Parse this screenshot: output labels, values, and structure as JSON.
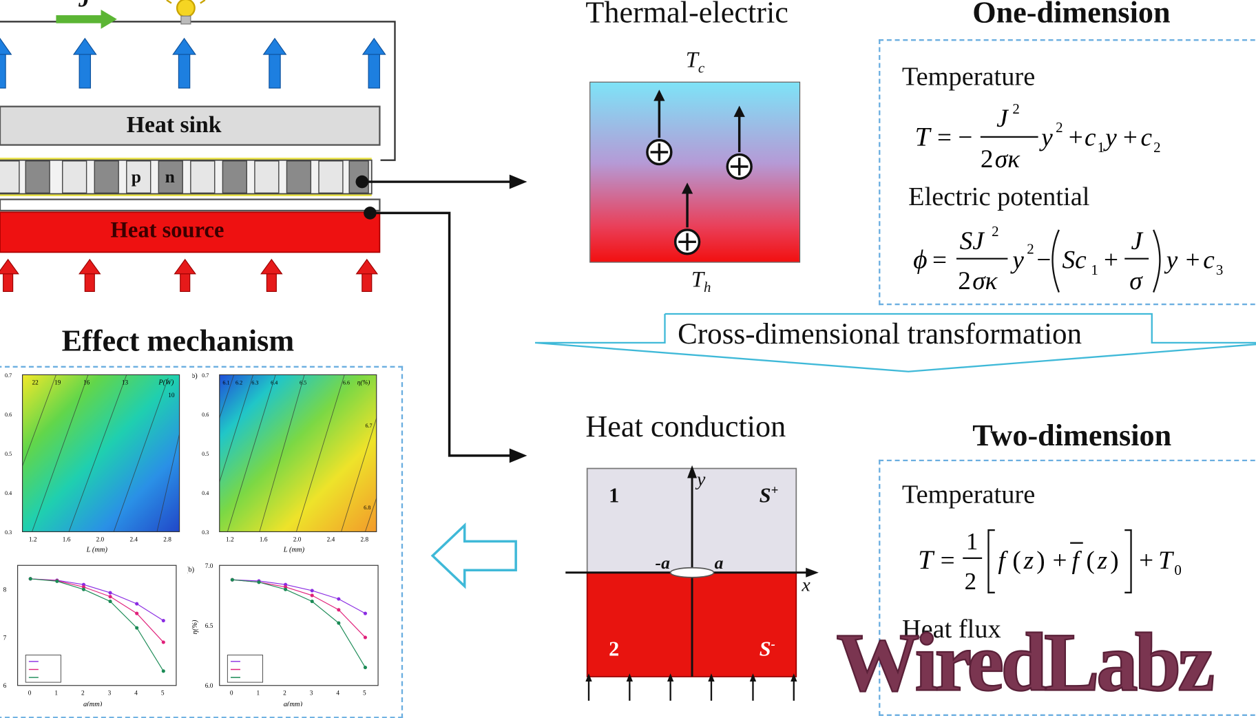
{
  "device": {
    "heat_sink": "Heat sink",
    "heat_source": "Heat source",
    "p_label": "p",
    "n_label": "n",
    "current_label": "J"
  },
  "thermal_electric": {
    "title": "Thermal-electric",
    "tc": "T",
    "tc_sub": "c",
    "th": "T",
    "th_sub": "h",
    "charge_symbol": "+"
  },
  "one_dimension": {
    "title": "One-dimension",
    "temperature_label": "Temperature",
    "potential_label": "Electric potential"
  },
  "transformation": {
    "label": "Cross-dimensional transformation"
  },
  "heat_conduction": {
    "title": "Heat conduction",
    "region1": "1",
    "region2": "2",
    "s_plus": "S",
    "s_plus_sup": "+",
    "s_minus": "S",
    "s_minus_sup": "-",
    "axis_x": "x",
    "axis_y": "y",
    "neg_a": "-a",
    "pos_a": "a"
  },
  "two_dimension": {
    "title": "Two-dimension",
    "temperature_label": "Temperature",
    "heat_flux_label": "Heat flux"
  },
  "effect": {
    "title": "Effect mechanism",
    "panel_b_label": "(b)",
    "contour1_unit": "P(W)",
    "contour2_unit": "η(%)",
    "contour_xlabel": "L (mm)",
    "line_xlabel": "a(mm)",
    "line2_ylabel": "η(%)"
  },
  "watermark": "WiredLabz",
  "colors": {
    "heat_source": "#ee1111",
    "heat_sink": "#dcdcdc",
    "upward_blue": "#1d7fe0",
    "upward_red": "#e61a1a",
    "arrow_green": "#5bb534",
    "cyan_frame": "#3fb9d8",
    "watermark": "#7a3550"
  },
  "chart_data": [
    {
      "type": "heatmap",
      "title": "",
      "xlabel": "L (mm)",
      "ylabel": "",
      "x_ticks": [
        "1.2",
        "1.6",
        "2.0",
        "2.4",
        "2.8"
      ],
      "y_ticks": [
        "0.3",
        "0.4",
        "0.5",
        "0.6",
        "0.7"
      ],
      "contour_labels": [
        "22",
        "19",
        "16",
        "13",
        "10"
      ],
      "legend": "P(W)"
    },
    {
      "type": "heatmap",
      "title": "",
      "xlabel": "L (mm)",
      "ylabel": "",
      "x_ticks": [
        "1.2",
        "1.6",
        "2.0",
        "2.4",
        "2.8"
      ],
      "y_ticks": [
        "0.3",
        "0.4",
        "0.5",
        "0.6",
        "0.7"
      ],
      "contour_labels": [
        "6.1",
        "6.2",
        "6.3",
        "6.4",
        "6.5",
        "6.6",
        "6.7",
        "6.8"
      ],
      "legend": "η(%)"
    },
    {
      "type": "line",
      "xlabel": "a(mm)",
      "ylabel": "",
      "x": [
        0,
        1,
        2,
        3,
        4,
        5
      ],
      "ylim": [
        6,
        8.5
      ],
      "y_ticks": [
        "6",
        "7",
        "8"
      ],
      "series": [
        {
          "name": "",
          "values": [
            8.22,
            8.19,
            8.1,
            7.93,
            7.7,
            7.35
          ]
        },
        {
          "name": "",
          "values": [
            8.22,
            8.18,
            8.05,
            7.85,
            7.5,
            6.9
          ]
        },
        {
          "name": "",
          "values": [
            8.22,
            8.17,
            8.0,
            7.75,
            7.2,
            6.3
          ]
        }
      ],
      "colors": [
        "#8a2be2",
        "#e0207a",
        "#1a8a55"
      ]
    },
    {
      "type": "line",
      "xlabel": "a(mm)",
      "ylabel": "η(%)",
      "x": [
        0,
        1,
        2,
        3,
        4,
        5
      ],
      "ylim": [
        6.0,
        7.0
      ],
      "y_ticks": [
        "6.0",
        "6.5",
        "7.0"
      ],
      "series": [
        {
          "name": "",
          "values": [
            6.88,
            6.87,
            6.84,
            6.79,
            6.72,
            6.6
          ]
        },
        {
          "name": "",
          "values": [
            6.88,
            6.86,
            6.82,
            6.75,
            6.63,
            6.4
          ]
        },
        {
          "name": "",
          "values": [
            6.88,
            6.86,
            6.8,
            6.7,
            6.52,
            6.15
          ]
        }
      ],
      "colors": [
        "#8a2be2",
        "#e0207a",
        "#1a8a55"
      ]
    }
  ]
}
